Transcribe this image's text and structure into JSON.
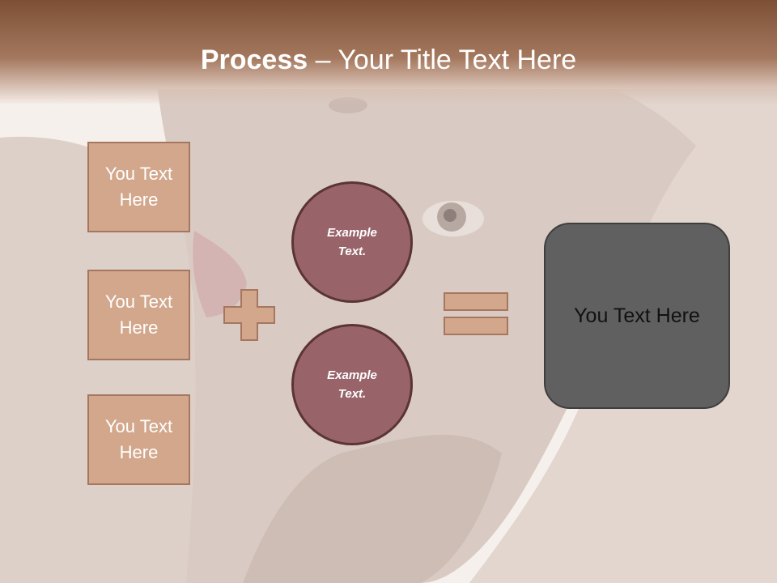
{
  "slide": {
    "title_bold": "Process",
    "title_rest": " – Your Title Text Here"
  },
  "inputs": [
    {
      "label": "You Text\nHere"
    },
    {
      "label": "You Text\nHere"
    },
    {
      "label": "You Text\nHere"
    }
  ],
  "examples": [
    {
      "label": "Example\nText."
    },
    {
      "label": "Example\nText."
    }
  ],
  "result": {
    "label": "You Text Here"
  },
  "colors": {
    "header": "#7d5036",
    "box_fill": "#d2a78c",
    "box_border": "#a67760",
    "circle_fill": "#98646a",
    "circle_border": "#5b3436",
    "result_fill": "#606060"
  }
}
